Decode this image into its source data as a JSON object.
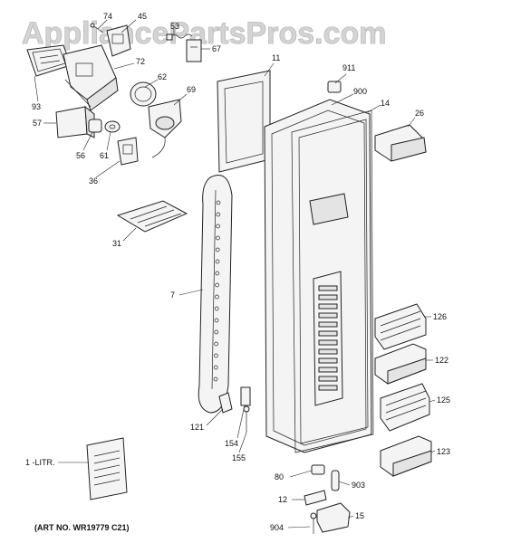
{
  "watermark": "AppliancePartsPros.com",
  "art_number": "(ART NO. WR19779 C21)",
  "callouts": {
    "p74": "74",
    "p45": "45",
    "p53": "53",
    "p67": "67",
    "p93": "93",
    "p72": "72",
    "p62": "62",
    "p69": "69",
    "p57": "57",
    "p56": "56",
    "p61": "61",
    "p36": "36",
    "p11": "11",
    "p911": "911",
    "p900": "900",
    "p14": "14",
    "p26": "26",
    "p31": "31",
    "p7": "7",
    "p126": "126",
    "p122": "122",
    "p125": "125",
    "p121": "121",
    "p154": "154",
    "p155": "155",
    "p123": "123",
    "p80": "80",
    "p903": "903",
    "p12": "12",
    "p15": "15",
    "p904": "904",
    "litr": "1 -LITR."
  }
}
